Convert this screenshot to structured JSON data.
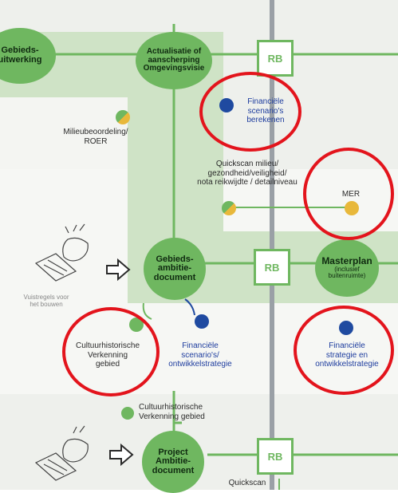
{
  "nodes": {
    "gebiedsuitwerking": "Gebieds-\nuitwerking",
    "actualisatie": "Actualisatie of\naanscherping\nOmgevingsvisie",
    "gebiedsambitie": "Gebieds-\nambitie-\ndocument",
    "masterplan": "Masterplan",
    "masterplan_sub": "(inclusief\nbuitenruimte)",
    "projectambitie": "Project\nAmbitie-\ndocument"
  },
  "rb": {
    "rb1": "RB",
    "rb2": "RB",
    "rb3": "RB"
  },
  "labels": {
    "financiele_scenarios": "Financiële\nscenario's\nberekenen",
    "milieubeoordeling": "Milieubeoordeling/\nROER",
    "quickscan": "Quickscan milieu/\ngezondheid/veiligheid/\nnota reikwijdte / detailniveau",
    "mer": "MER",
    "vuistregels": "Vuistregels voor\nhet bouwen",
    "cultuurhistorische_1": "Cultuurhistorische\nVerkenning\ngebied",
    "financiele_ontwikkel": "Financiële\nscenario's/\nontwikkelstrategie",
    "financiele_strategie": "Financiële\nstrategie en\nontwikkelstrategie",
    "cultuurhistorische_2": "Cultuurhistorische\nVerkenning gebied",
    "quickscan_2": "Quickscan"
  },
  "colors": {
    "green": "#6fb760",
    "blue_dot": "#1f4aa0",
    "yellow_dot": "#e8b83a",
    "red_ring": "#e3141c",
    "label_blue": "#1d3c9e"
  },
  "icons": [
    "hand-writing-icon",
    "arrow-right-icon"
  ]
}
